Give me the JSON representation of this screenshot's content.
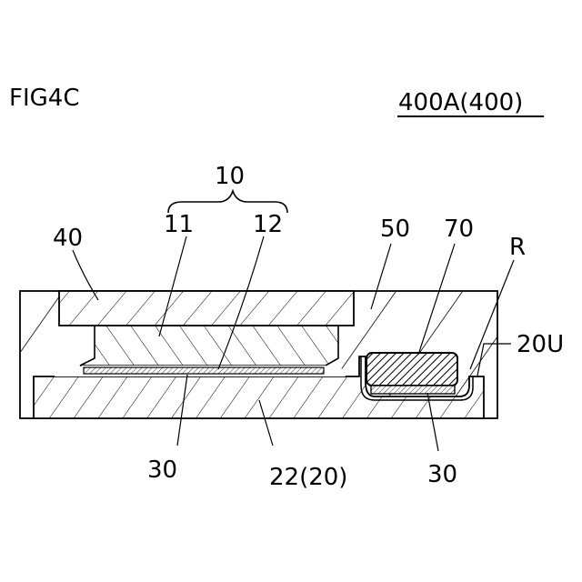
{
  "figure": {
    "title": "FIG4C",
    "designation": "400A(400)"
  },
  "labels": {
    "l10": "10",
    "l11": "11",
    "l12": "12",
    "l40": "40",
    "l50": "50",
    "l70": "70",
    "lR": "R",
    "l20U": "20U",
    "l30_left": "30",
    "l22": "22(20)",
    "l30_right": "30"
  },
  "colors": {
    "line": "#000000",
    "background": "#ffffff"
  }
}
